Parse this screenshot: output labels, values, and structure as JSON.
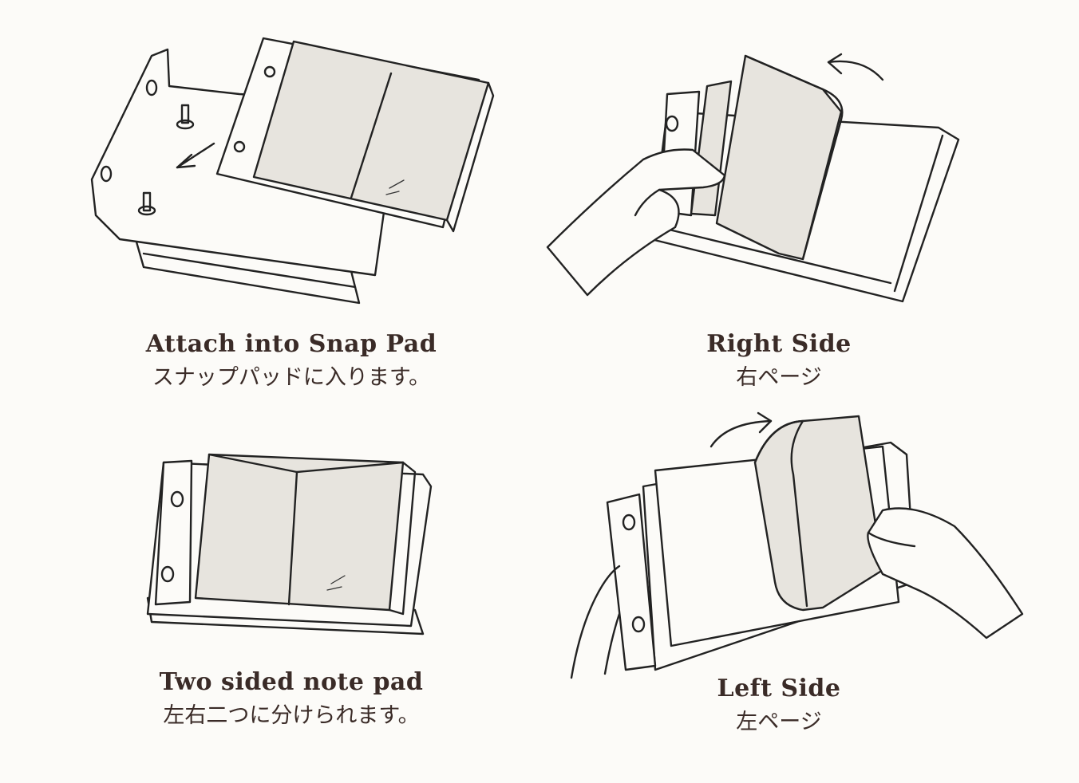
{
  "panels": [
    {
      "id": "attach",
      "title_en": "Attach into Snap Pad",
      "title_ja": "スナップパッドに入ります。"
    },
    {
      "id": "right",
      "title_en": "Right Side",
      "title_ja": "右ページ"
    },
    {
      "id": "two-sided",
      "title_en": "Two sided note pad",
      "title_ja": "左右二つに分けられます。"
    },
    {
      "id": "left",
      "title_en": "Left Side",
      "title_ja": "左ページ"
    }
  ]
}
